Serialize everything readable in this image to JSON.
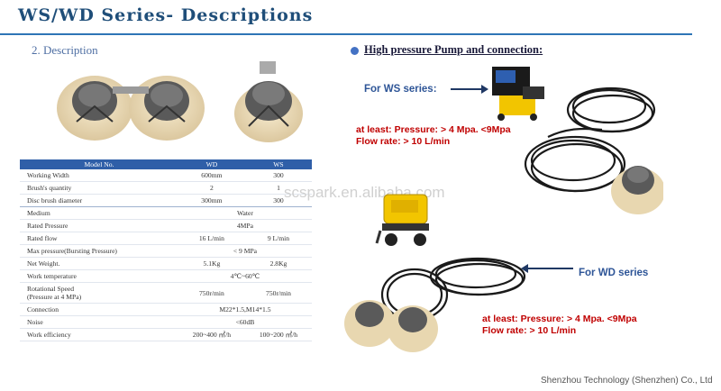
{
  "page": {
    "title": "WS/WD Series- Descriptions",
    "description_label": "2. Description",
    "pump_heading": "High pressure Pump and connection:",
    "watermark": "scspark.en.alibaba.com",
    "footer": "Shenzhou Technology (Shenzhen) Co., Ltd"
  },
  "table": {
    "headers": [
      "Model No.",
      "WD",
      "WS"
    ],
    "rows": [
      {
        "label": "Working Width",
        "wd": "600mm",
        "ws": "300"
      },
      {
        "label": "Brush's quantity",
        "wd": "2",
        "ws": "1"
      },
      {
        "label": "Disc brush diameter",
        "wd": "300mm",
        "ws": "300"
      },
      {
        "label": "Medium",
        "both": "Water"
      },
      {
        "label": "Rated Pressure",
        "both": "4MPa"
      },
      {
        "label": "Rated flow",
        "wd": "16 L/min",
        "ws": "9 L/min"
      },
      {
        "label": "Max pressure(Bursting Pressure)",
        "both": "< 9 MPa"
      },
      {
        "label": "Net Weight.",
        "wd": "5.1Kg",
        "ws": "2.8Kg"
      },
      {
        "label": "Work temperature",
        "both": "4℃~60℃"
      },
      {
        "label": "Rotational Speed\n(Pressure at 4 MPa)",
        "wd": "750r/min",
        "ws": "750r/min"
      },
      {
        "label": "Connection",
        "both": "M22*1.5,M14*1.5"
      },
      {
        "label": "Noise",
        "both": "<60dB"
      },
      {
        "label": "Work efficiency",
        "wd": "200~400 ㎡/h",
        "ws": "100~200 ㎡/h"
      }
    ]
  },
  "ws_section": {
    "label": "For WS series:",
    "pressure": "at least: Pressure: > 4 Mpa. <9Mpa",
    "flow": "Flow rate: > 10 L/min"
  },
  "wd_section": {
    "label": "For WD series",
    "pressure": "at least: Pressure: > 4 Mpa. <9Mpa",
    "flow": "Flow rate: > 10 L/min"
  },
  "colors": {
    "title": "#1f4e79",
    "rule": "#2e75b6",
    "table_header": "#2f5fa8",
    "warning_red": "#c00000",
    "label_blue": "#2e5597",
    "pump_yellow": "#f2c500"
  },
  "images": [
    "wd-double-disc-cleaner-photo",
    "ws-single-disc-cleaner-photo",
    "ws-electric-pump-photo",
    "wd-trolley-pump-photo",
    "ws-hose-assembly-photo",
    "wd-hose-assembly-photo"
  ]
}
